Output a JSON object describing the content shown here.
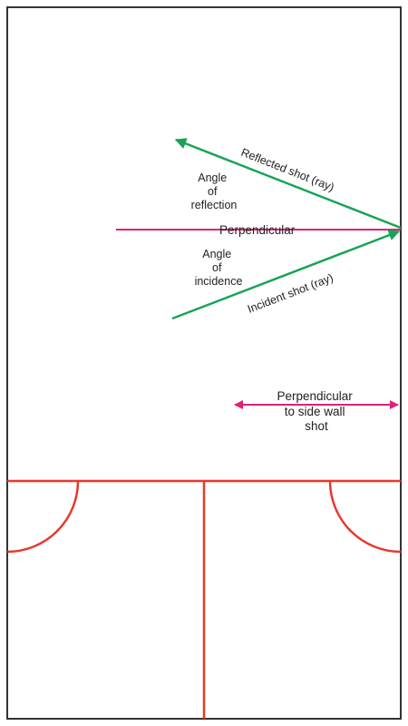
{
  "colors": {
    "wall": "#333333",
    "court_lines": "#e8392f",
    "ray": "#1aa356",
    "perpendicular": "#e0207a",
    "text": "#222222"
  },
  "labels": {
    "reflected_ray": "Reflected shot (ray)",
    "incident_ray": "Incident shot (ray)",
    "perpendicular": "Perpendicular",
    "angle_reflection": [
      "Angle",
      "of",
      "reflection"
    ],
    "angle_incidence": [
      "Angle",
      "of",
      "incidence"
    ],
    "side_wall_shot": [
      "Perpendicular",
      "to side wall",
      "shot"
    ]
  }
}
